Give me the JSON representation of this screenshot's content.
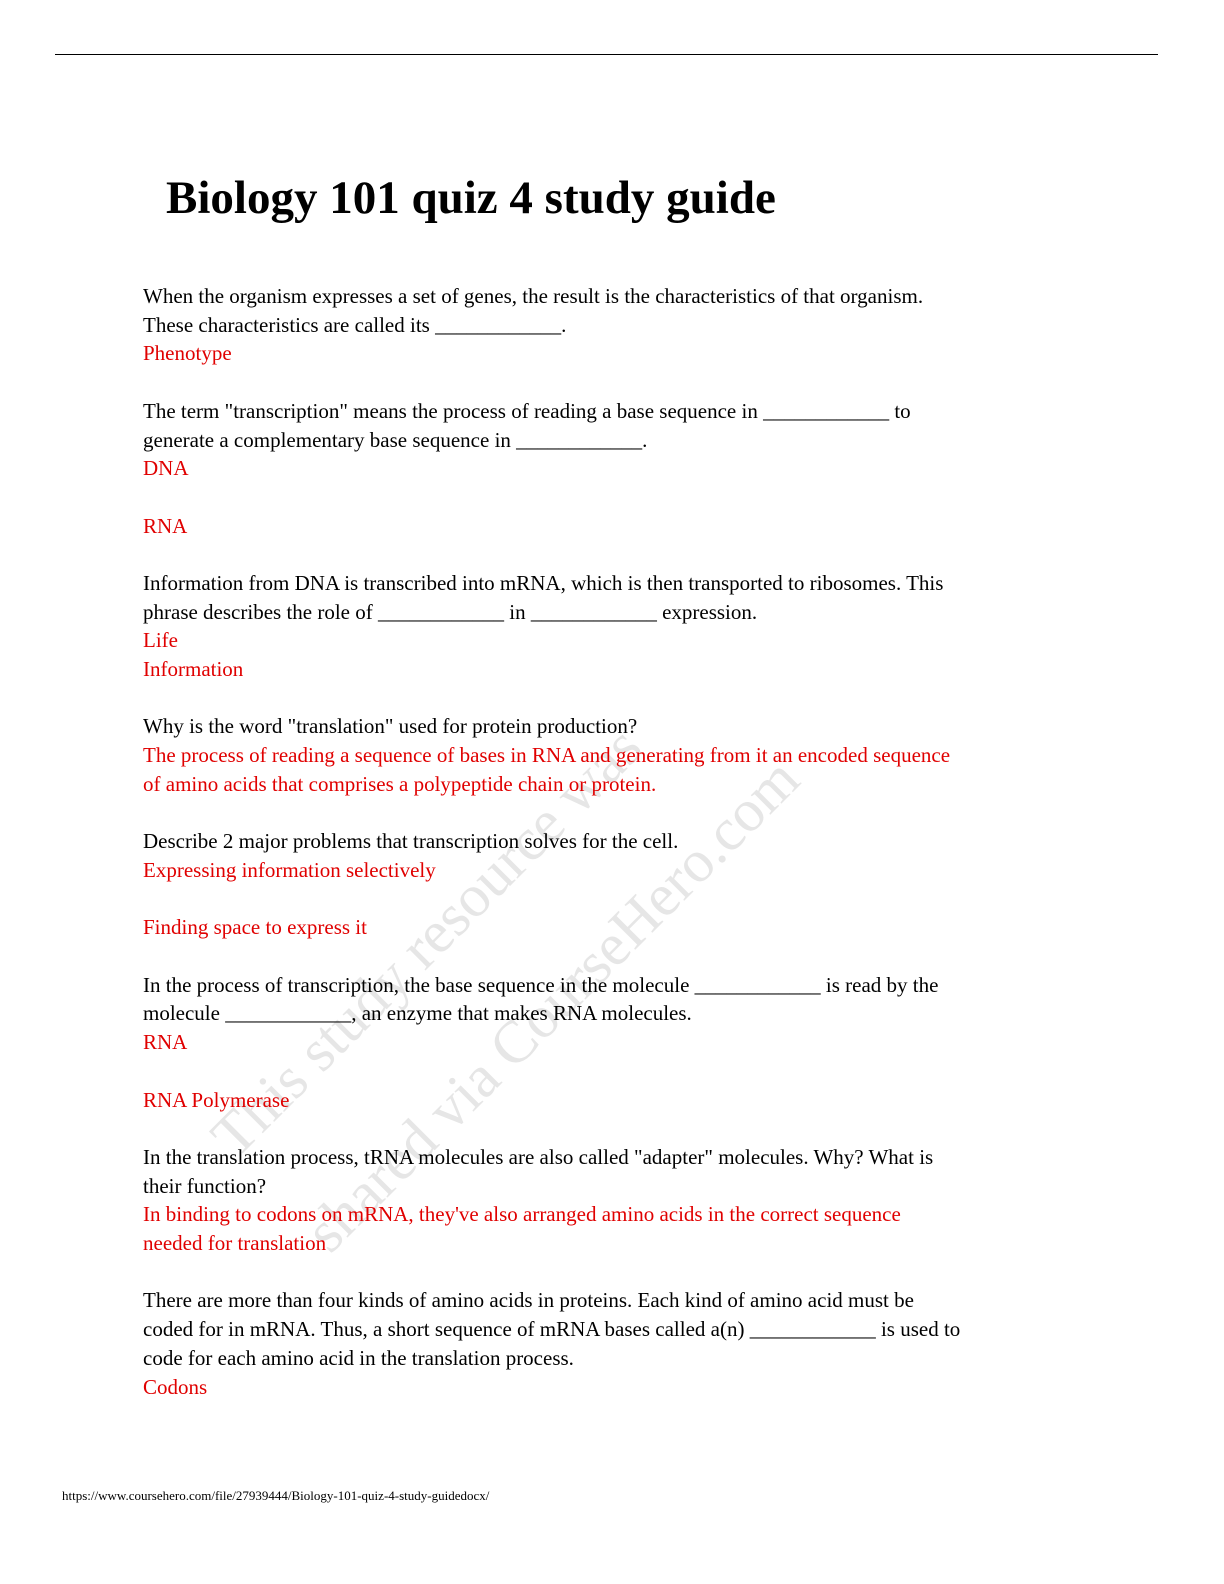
{
  "title": "Biology 101 quiz 4 study guide",
  "lines": [
    {
      "text": "When the organism expresses a set of genes, the result is the characteristics of that organism.",
      "kind": "q"
    },
    {
      "text": "These characteristics are called its ____________.",
      "kind": "q"
    },
    {
      "text": "Phenotype",
      "kind": "a"
    },
    {
      "text": "",
      "kind": "gap"
    },
    {
      "text": "The term \"transcription\" means the process of reading a base sequence in ____________ to",
      "kind": "q"
    },
    {
      "text": "generate a complementary base sequence in ____________.",
      "kind": "q"
    },
    {
      "text": "DNA",
      "kind": "a"
    },
    {
      "text": "",
      "kind": "gap"
    },
    {
      "text": "RNA",
      "kind": "a"
    },
    {
      "text": "",
      "kind": "gap"
    },
    {
      "text": "Information from DNA is transcribed into mRNA, which is then transported to ribosomes. This",
      "kind": "q"
    },
    {
      "text": "phrase describes the role of ____________ in ____________ expression.",
      "kind": "q"
    },
    {
      "text": "Life",
      "kind": "a"
    },
    {
      "text": "Information",
      "kind": "a"
    },
    {
      "text": "",
      "kind": "gap"
    },
    {
      "text": "Why is the word \"translation\" used for protein production?",
      "kind": "q"
    },
    {
      "text": "The process of reading a sequence of bases in RNA and generating from it an encoded sequence",
      "kind": "a"
    },
    {
      "text": "of amino acids that comprises a polypeptide chain or protein.",
      "kind": "a"
    },
    {
      "text": "",
      "kind": "gap"
    },
    {
      "text": "Describe 2 major problems that transcription solves for the cell.",
      "kind": "q"
    },
    {
      "text": "Expressing information selectively",
      "kind": "a"
    },
    {
      "text": "",
      "kind": "gap"
    },
    {
      "text": "Finding space to express it",
      "kind": "a"
    },
    {
      "text": "",
      "kind": "gap"
    },
    {
      "text": "In the process of transcription, the base sequence in the molecule ____________ is read by the",
      "kind": "q"
    },
    {
      "text": "molecule ____________, an enzyme that makes RNA molecules.",
      "kind": "q"
    },
    {
      "text": "RNA",
      "kind": "a"
    },
    {
      "text": "",
      "kind": "gap"
    },
    {
      "text": "RNA Polymerase",
      "kind": "a"
    },
    {
      "text": "",
      "kind": "gap"
    },
    {
      "text": "In the translation process, tRNA molecules are also called \"adapter\" molecules. Why? What is",
      "kind": "q"
    },
    {
      "text": "their function?",
      "kind": "q"
    },
    {
      "text": "In binding to codons on mRNA, they've also arranged amino acids in the correct sequence",
      "kind": "a"
    },
    {
      "text": "needed for translation",
      "kind": "a"
    },
    {
      "text": "",
      "kind": "gap"
    },
    {
      "text": "There are more than four kinds of amino acids in proteins. Each kind of amino acid must be",
      "kind": "q"
    },
    {
      "text": "coded for in mRNA. Thus, a short sequence of mRNA bases called a(n) ____________ is used to",
      "kind": "q"
    },
    {
      "text": "code for each amino acid in the translation process.",
      "kind": "q"
    },
    {
      "text": "Codons",
      "kind": "a"
    }
  ],
  "watermark": {
    "line1": "This study resource was",
    "line2": "shared via CourseHero.com",
    "color": "#e6e6e6"
  },
  "footer_url": "https://www.coursehero.com/file/27939444/Biology-101-quiz-4-study-guidedocx/",
  "colors": {
    "answer": "#e00000",
    "text": "#000000"
  }
}
